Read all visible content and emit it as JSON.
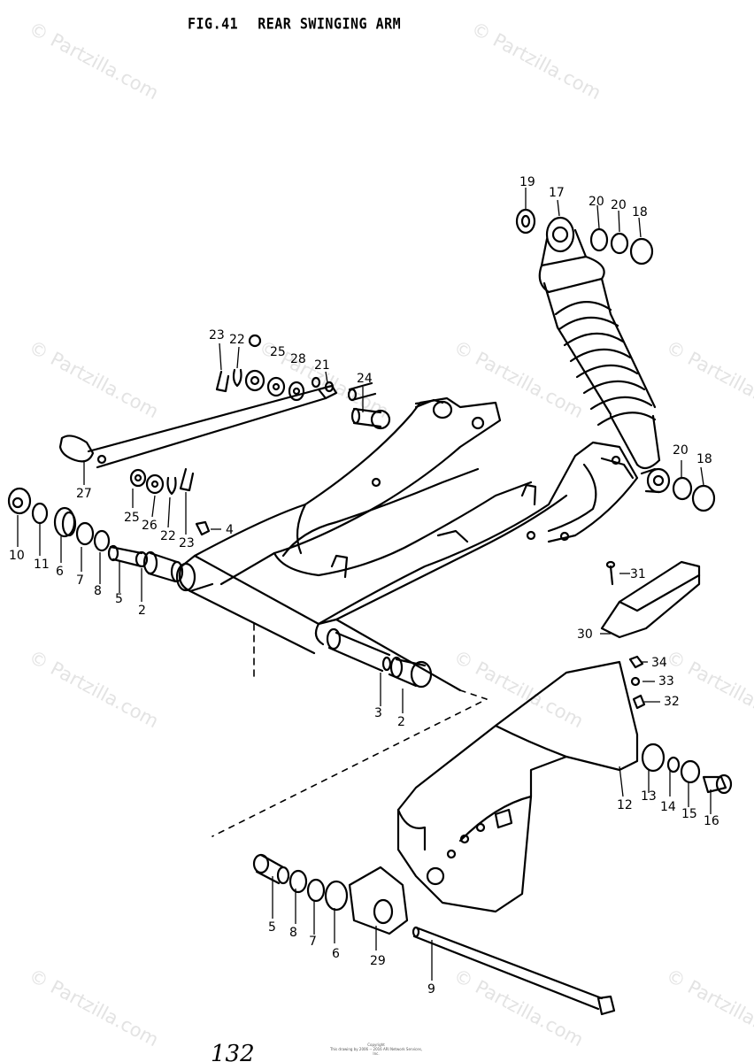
{
  "figure": {
    "number": "FIG.41",
    "title": "REAR SWINGING ARM"
  },
  "page_number": "132",
  "footer_lines": [
    "Copyright",
    "This drawing by 2006 -- 2016 ARI Network Services, Inc."
  ],
  "watermark": "© Partzilla.com",
  "part_labels": [
    "19",
    "17",
    "20",
    "20",
    "18",
    "23",
    "22",
    "25",
    "28",
    "21",
    "24",
    "27",
    "25",
    "26",
    "22",
    "23",
    "4",
    "10",
    "11",
    "6",
    "7",
    "8",
    "5",
    "2",
    "20",
    "18",
    "31",
    "30",
    "34",
    "33",
    "32",
    "3",
    "2",
    "12",
    "13",
    "14",
    "15",
    "16",
    "5",
    "8",
    "7",
    "6",
    "29",
    "9"
  ]
}
